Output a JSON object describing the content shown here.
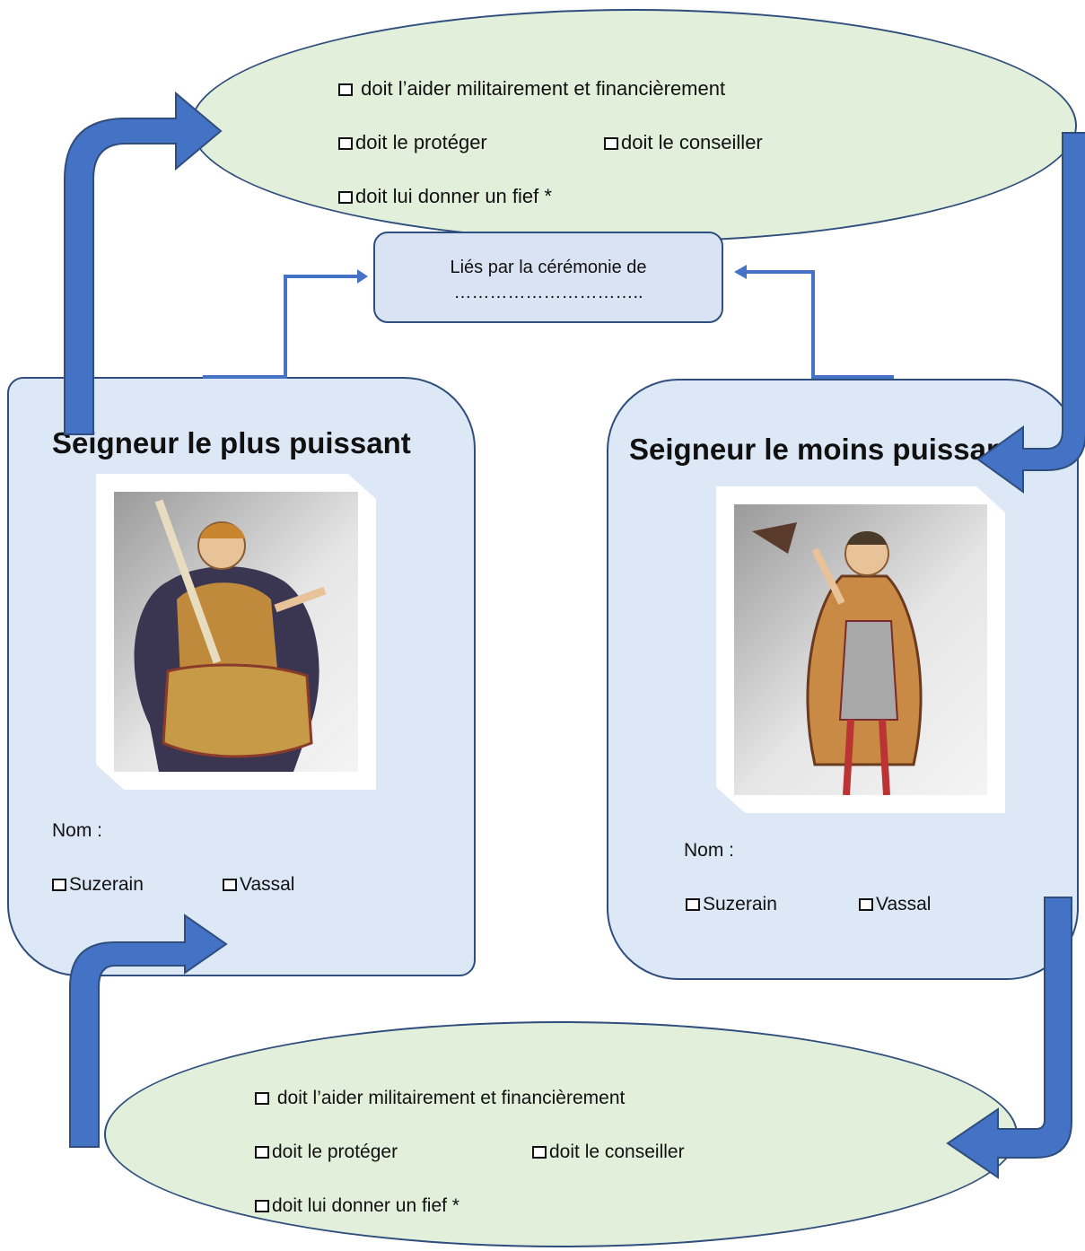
{
  "top_obligations": {
    "item1": "doit l’aider militairement et financièrement",
    "item2": "doit le protéger",
    "item3": "doit le conseiller",
    "item4": "doit lui donner un fief *"
  },
  "ceremony": {
    "line1": "Liés par la cérémonie de",
    "line2": "………………………….."
  },
  "left_card": {
    "title": "Seigneur le plus puissant",
    "nom_label": "Nom :",
    "option1": "Suzerain",
    "option2": "Vassal"
  },
  "right_card": {
    "title": "Seigneur le moins puissant",
    "nom_label": "Nom :",
    "option1": "Suzerain",
    "option2": "Vassal"
  },
  "bottom_obligations": {
    "item1": "doit l’aider militairement et financièrement",
    "item2": "doit le protéger",
    "item3": "doit le conseiller",
    "item4": "doit lui donner un fief *"
  },
  "colors": {
    "arrow": "#4472c4",
    "ellipse_fill": "#e2efda",
    "card_fill": "#dce8f5",
    "ceremony_fill": "#dae3f3",
    "border": "#2f4e7d"
  },
  "icons": {
    "checkbox": "empty-checkbox-icon",
    "arrow": "curved-arrow-icon",
    "illustration": "tapestry-figure-illustration"
  }
}
